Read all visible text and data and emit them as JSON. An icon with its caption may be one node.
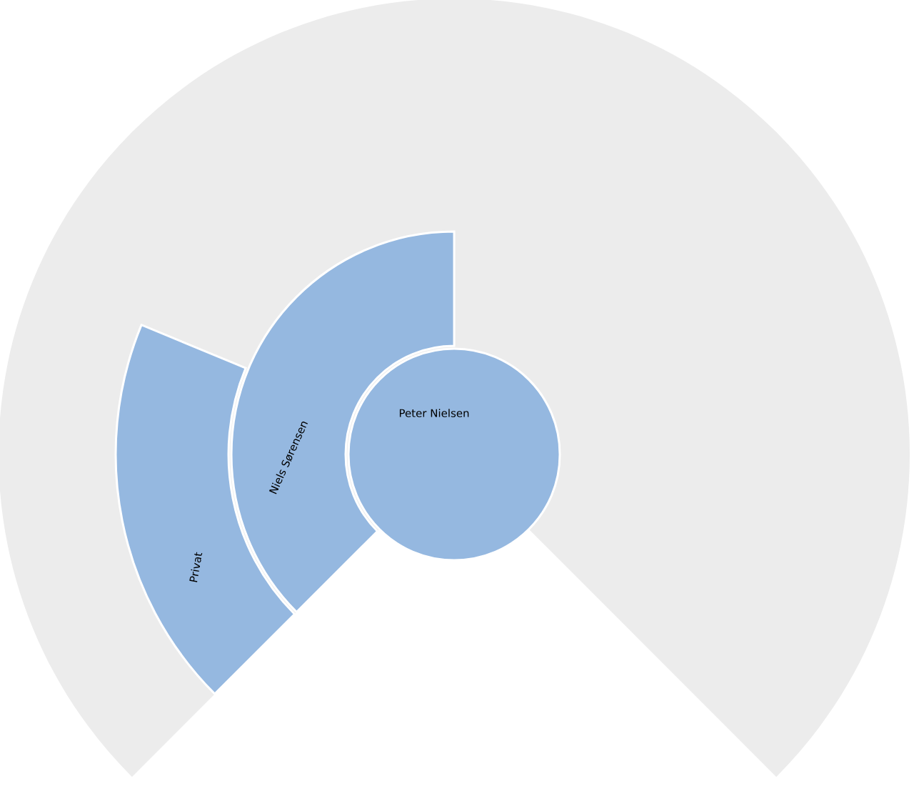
{
  "diagram": {
    "nodes": [
      {
        "text": [
          "Peter Nielsen"
        ]
      },
      {
        "text": [
          "Niels Sørensen"
        ]
      },
      {
        "text": [
          "Privat"
        ]
      }
    ]
  }
}
